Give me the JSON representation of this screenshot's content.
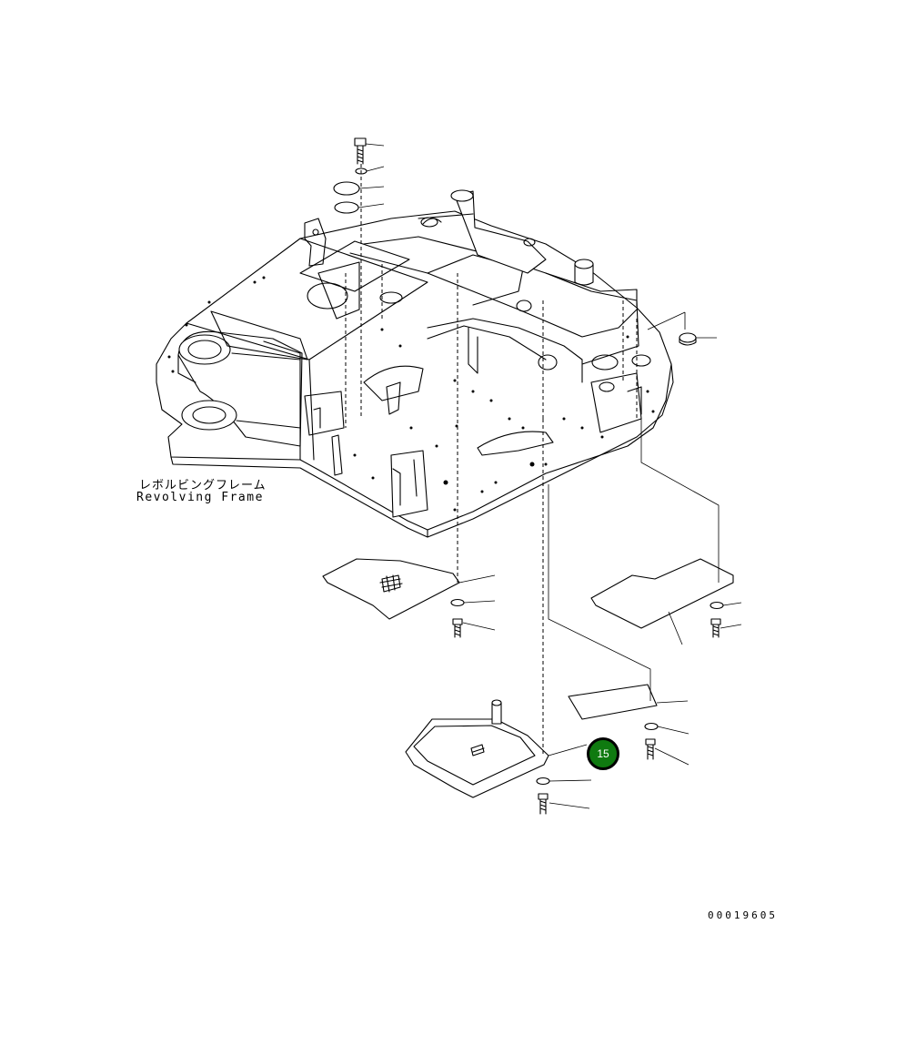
{
  "diagram": {
    "frame_label_jp": "レボルビングフレーム",
    "frame_label_en": "Revolving Frame",
    "document_number": "00019605",
    "callout": {
      "number": "15",
      "color": "#0f7a10"
    }
  }
}
